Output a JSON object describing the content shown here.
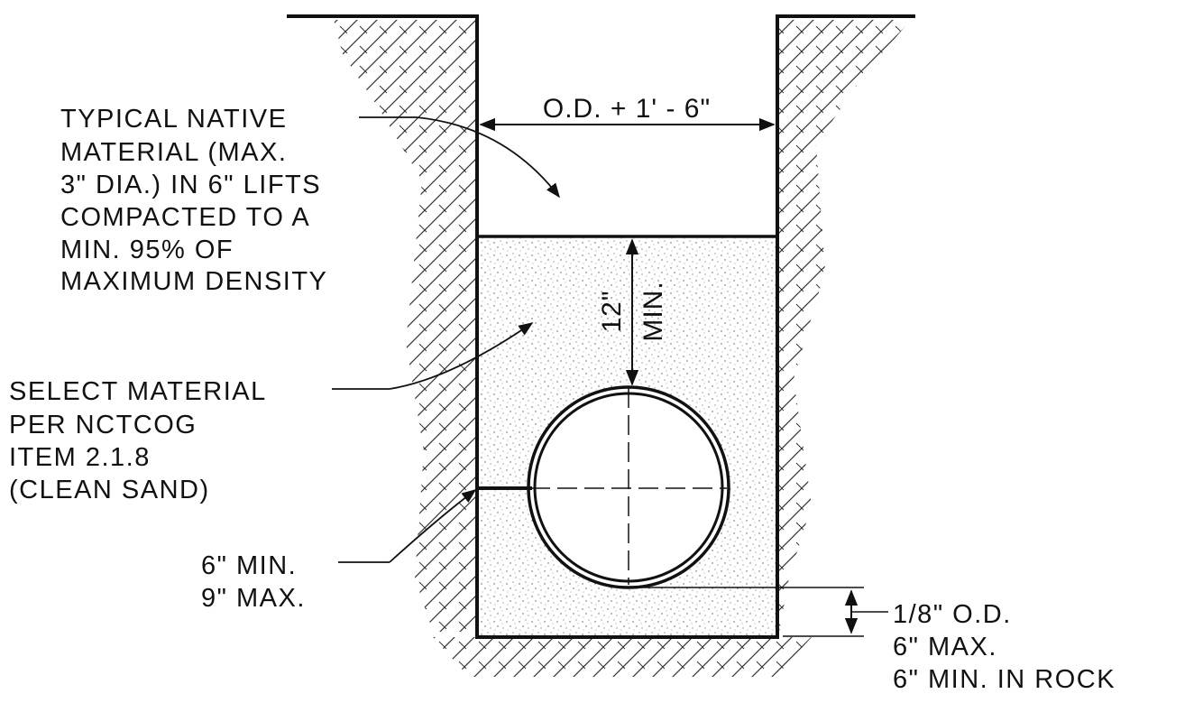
{
  "diagram": {
    "dimensions": {
      "trench_width": "O.D. + 1' - 6\"",
      "cover_value": "12\"",
      "cover_qualifier": "MIN."
    },
    "labels": {
      "native_material": [
        "TYPICAL NATIVE",
        "MATERIAL (MAX.",
        "3\" DIA.) IN 6\" LIFTS",
        "COMPACTED TO A",
        "MIN. 95% OF",
        "MAXIMUM DENSITY"
      ],
      "select_material": [
        "SELECT MATERIAL",
        "PER NCTCOG",
        "ITEM 2.1.8",
        "(CLEAN SAND)"
      ],
      "side_clearance": [
        "6\" MIN.",
        "9\" MAX."
      ],
      "bedding": [
        "1/8\" O.D.",
        "6\" MAX.",
        "6\" MIN. IN ROCK"
      ]
    },
    "colors": {
      "line": "#111111",
      "background": "#ffffff"
    }
  }
}
